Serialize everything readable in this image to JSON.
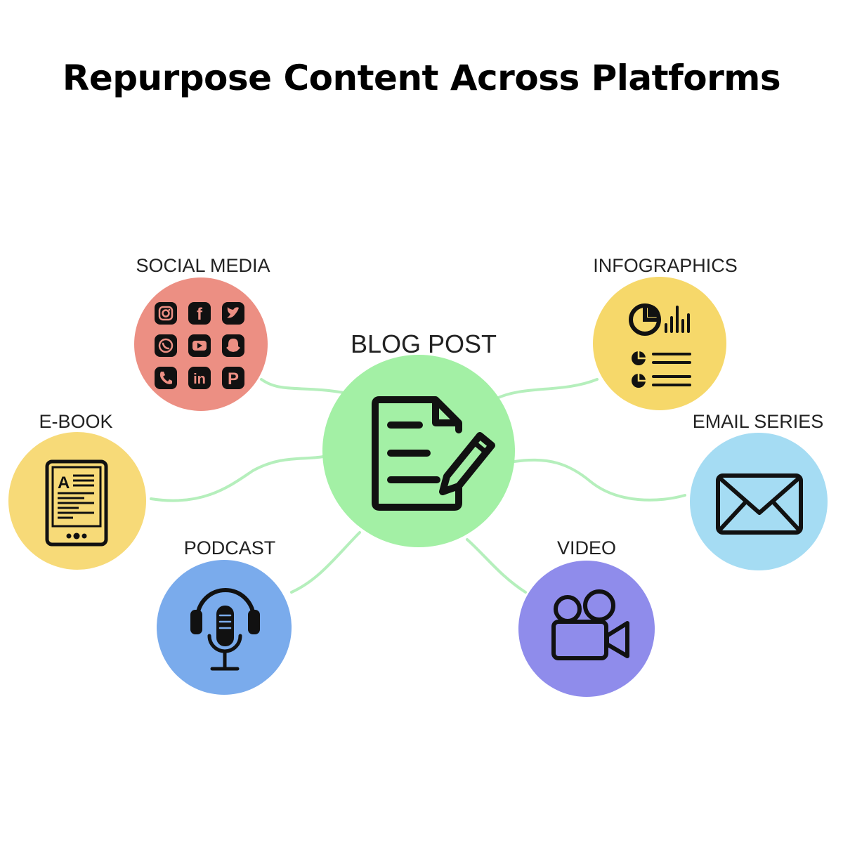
{
  "title": "Repurpose Content Across Platforms",
  "hub": {
    "label": "BLOG POST",
    "icon": "document-pencil-icon",
    "color": "#a3f0a5"
  },
  "connector_color": "#b5efbc",
  "nodes": [
    {
      "id": "social-media",
      "label": "SOCIAL MEDIA",
      "icon": "social-apps-grid-icon",
      "color": "#ec8f83",
      "apps": [
        "instagram",
        "facebook",
        "twitter",
        "whatsapp",
        "youtube",
        "snapchat",
        "phone",
        "linkedin",
        "pinterest"
      ],
      "app_letters": [
        "",
        "f",
        "",
        "",
        "",
        "",
        "",
        "in",
        "P"
      ]
    },
    {
      "id": "infographics",
      "label": "INFOGRAPHICS",
      "icon": "chart-icon",
      "color": "#f6d86a"
    },
    {
      "id": "e-book",
      "label": "E-BOOK",
      "icon": "ereader-icon",
      "color": "#f7da78",
      "glyph": "A"
    },
    {
      "id": "email-series",
      "label": "EMAIL SERIES",
      "icon": "envelope-icon",
      "color": "#a5dcf3"
    },
    {
      "id": "podcast",
      "label": "PODCAST",
      "icon": "headphones-microphone-icon",
      "color": "#7aabec"
    },
    {
      "id": "video",
      "label": "VIDEO",
      "icon": "video-camera-icon",
      "color": "#8f8ceb"
    }
  ]
}
